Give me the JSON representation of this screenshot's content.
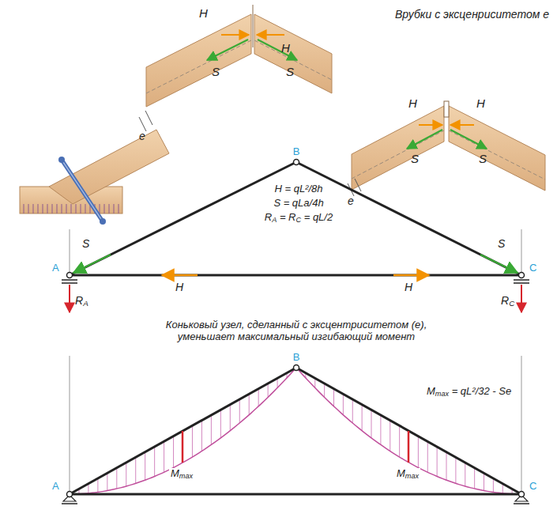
{
  "diagram": {
    "labels": [
      "H",
      "Врубки с эксценриситетом е",
      "H",
      "S",
      "S",
      "e",
      "H",
      "H",
      "S",
      "S",
      "e",
      "B",
      "H = qL²/8h",
      "S = qLa/4h",
      "RA = RC = qL/2",
      "S",
      "S",
      "A",
      "C",
      "H",
      "H",
      "RA",
      "RC",
      "Коньковый узел, сделанный с эксцентриситетом (е), уменьшает максимальный изгибающий момент",
      "B",
      "Mmax = qL²/32 - Se",
      "A",
      "Mmax",
      "Mmax",
      "C"
    ]
  }
}
